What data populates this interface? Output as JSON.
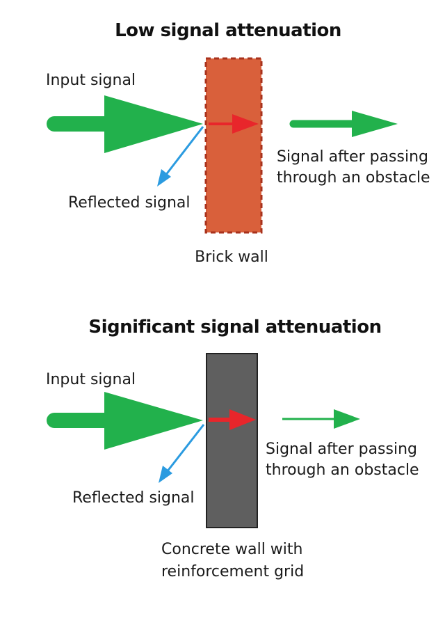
{
  "panels": [
    {
      "title": "Low signal attenuation",
      "input_label": "Input signal",
      "reflected_label": "Reflected signal",
      "output_label_line1": "Signal after passing",
      "output_label_line2": "through an obstacle",
      "wall_label_line1": "Brick wall",
      "wall_label_line2": ""
    },
    {
      "title": "Significant signal attenuation",
      "input_label": "Input signal",
      "reflected_label": "Reflected signal",
      "output_label_line1": "Signal after passing",
      "output_label_line2": "through an obstacle",
      "wall_label_line1": "Concrete wall with",
      "wall_label_line2": "reinforcement grid"
    }
  ],
  "colors": {
    "signal_green": "#22b14c",
    "transmitted_red": "#e8262b",
    "reflected_blue": "#2b9be0",
    "brick_fill": "#d9603b",
    "brick_border": "#a8321c",
    "concrete_fill": "#5f5f5f",
    "concrete_border": "#222222"
  }
}
